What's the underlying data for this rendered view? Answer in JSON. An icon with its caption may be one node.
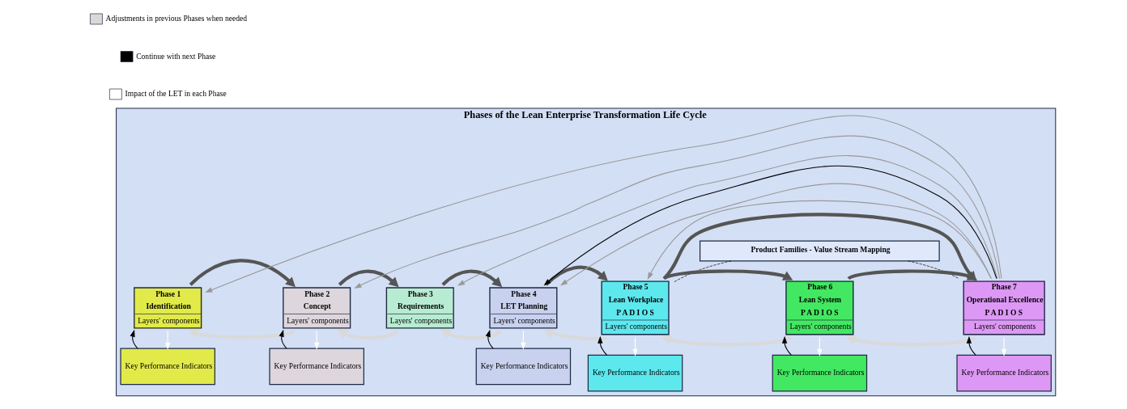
{
  "diagram": {
    "nodes": [
      {
        "text": [
          "Phases of the Lean Enterprise Transformation Life Cycle"
        ]
      },
      {
        "text": [
          "Product Families - Value Stream Mapping"
        ],
        "in": 0
      },
      {
        "text": [
          "Phase 1",
          "Identification",
          "Layers' components"
        ],
        "in": 0
      },
      {
        "text": [
          "Key Performance Indicators"
        ],
        "in": 0
      },
      {
        "text": [
          "Phase 2",
          "Concept",
          "Layers' components"
        ],
        "in": 0
      },
      {
        "text": [
          "Key Performance Indicators"
        ],
        "in": 0
      },
      {
        "text": [
          "Phase 3",
          "Requirements",
          "Layers' components"
        ],
        "in": 0
      },
      {
        "text": [
          "Phase 4",
          "LET Planning",
          "Layers' components"
        ],
        "in": 0
      },
      {
        "text": [
          "Key Performance Indicators"
        ],
        "in": 0
      },
      {
        "text": [
          "Phase 5",
          "Lean Workplace",
          "P A D I O S",
          "Layers' components"
        ],
        "in": 0
      },
      {
        "text": [
          "Key Performance Indicators"
        ],
        "in": 0
      },
      {
        "text": [
          "Phase 6",
          "Lean System",
          "P A D I O S",
          "Layers' components"
        ],
        "in": 0
      },
      {
        "text": [
          "Key Performance Indicators"
        ],
        "in": 0
      },
      {
        "text": [
          "Phase 7",
          "Operational Excellence",
          "P A D I O S",
          "Layers' components"
        ],
        "in": 0
      },
      {
        "text": [
          "Key Performance Indicators"
        ],
        "in": 0
      }
    ],
    "edges": [
      {
        "from": 2,
        "to": 4,
        "arrow": "to",
        "style": "thick",
        "color": "#555555"
      },
      {
        "from": 4,
        "to": 2,
        "arrow": "to",
        "style": "thick",
        "color": "#d9d9d9"
      },
      {
        "from": 4,
        "to": 6,
        "arrow": "to",
        "style": "thick",
        "color": "#555555"
      },
      {
        "from": 6,
        "to": 4,
        "arrow": "to",
        "style": "thick",
        "color": "#d9d9d9"
      },
      {
        "from": 6,
        "to": 7,
        "arrow": "to",
        "style": "thick",
        "color": "#555555"
      },
      {
        "from": 7,
        "to": 6,
        "arrow": "to",
        "style": "thick",
        "color": "#d9d9d9"
      },
      {
        "from": 7,
        "to": 9,
        "arrow": "to",
        "style": "thick",
        "color": "#555555"
      },
      {
        "from": 9,
        "to": 7,
        "arrow": "to",
        "style": "thick",
        "color": "#d9d9d9"
      },
      {
        "from": 9,
        "to": 11,
        "arrow": "to",
        "style": "thick",
        "color": "#555555"
      },
      {
        "from": 11,
        "to": 9,
        "arrow": "to",
        "style": "thick",
        "color": "#d9d9d9"
      },
      {
        "from": 11,
        "to": 13,
        "arrow": "to",
        "style": "thick",
        "color": "#555555"
      },
      {
        "from": 13,
        "to": 11,
        "arrow": "to",
        "style": "thick",
        "color": "#d9d9d9"
      },
      {
        "from": 9,
        "to": 13,
        "arrow": "to",
        "style": "thick",
        "color": "#555555"
      },
      {
        "from": 13,
        "to": 2,
        "arrow": "to",
        "color": "#999999"
      },
      {
        "from": 13,
        "to": 4,
        "arrow": "to",
        "color": "#999999"
      },
      {
        "from": 13,
        "to": 6,
        "arrow": "to",
        "color": "#999999"
      },
      {
        "from": 13,
        "to": 7,
        "arrow": "to",
        "color": "#999999"
      },
      {
        "from": 13,
        "to": 9,
        "arrow": "to",
        "color": "#999999"
      },
      {
        "from": 13,
        "to": 7,
        "arrow": "to"
      },
      {
        "from": 1,
        "to": 9,
        "arrow": "none",
        "style": "dashed"
      },
      {
        "from": 1,
        "to": 13,
        "arrow": "none",
        "style": "dashed"
      },
      {
        "from": 2,
        "to": 3,
        "arrow": "to",
        "color": "#ffffff"
      },
      {
        "from": 4,
        "to": 5,
        "arrow": "to",
        "color": "#ffffff"
      },
      {
        "from": 7,
        "to": 8,
        "arrow": "to",
        "color": "#ffffff"
      },
      {
        "from": 9,
        "to": 10,
        "arrow": "to",
        "color": "#ffffff"
      },
      {
        "from": 11,
        "to": 12,
        "arrow": "to",
        "color": "#ffffff"
      },
      {
        "from": 13,
        "to": 14,
        "arrow": "to",
        "color": "#ffffff"
      },
      {
        "from": 3,
        "to": 2,
        "arrow": "to"
      },
      {
        "from": 5,
        "to": 4,
        "arrow": "to"
      },
      {
        "from": 8,
        "to": 7,
        "arrow": "to"
      },
      {
        "from": 10,
        "to": 9,
        "arrow": "to"
      },
      {
        "from": 12,
        "to": 11,
        "arrow": "to"
      },
      {
        "from": 14,
        "to": 13,
        "arrow": "to"
      }
    ],
    "legend": [
      {
        "text": "Adjustments in previous Phases when needed"
      },
      {
        "text": "Continue with next Phase"
      },
      {
        "text": "Impact of the LET in each Phase"
      }
    ]
  }
}
